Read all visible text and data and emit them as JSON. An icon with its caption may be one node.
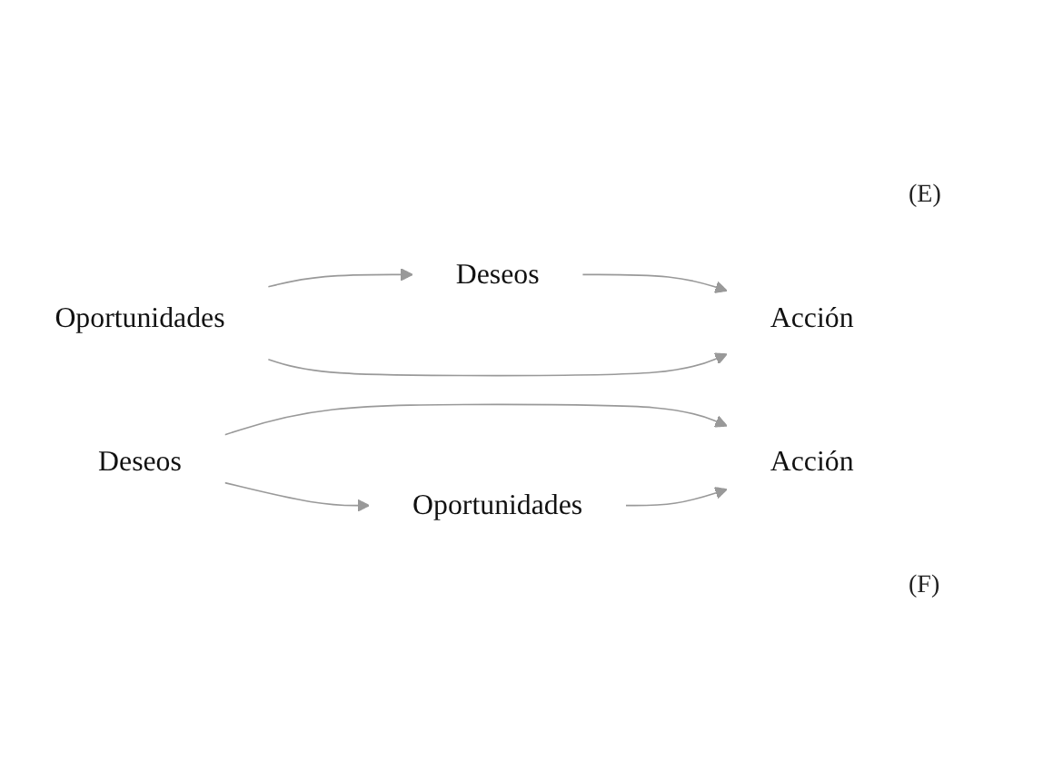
{
  "diagram": {
    "nodes": [
      {
        "text": [
          "Deseos"
        ]
      },
      {
        "text": [
          "Oportunidades"
        ]
      },
      {
        "text": [
          "Acción"
        ]
      },
      {
        "text": [
          "Deseos"
        ]
      },
      {
        "text": [
          "Oportunidades"
        ]
      },
      {
        "text": [
          "Acción"
        ]
      }
    ],
    "edges": [
      {
        "from": 1,
        "to": 0,
        "arrow": "to"
      },
      {
        "from": 0,
        "to": 2,
        "arrow": "to"
      },
      {
        "from": 1,
        "to": 2,
        "arrow": "to"
      },
      {
        "from": 3,
        "to": 4,
        "arrow": "to"
      },
      {
        "from": 3,
        "to": 5,
        "arrow": "to"
      },
      {
        "from": 4,
        "to": 5,
        "arrow": "to"
      }
    ],
    "labels": [
      "(E)",
      "(F)"
    ]
  }
}
